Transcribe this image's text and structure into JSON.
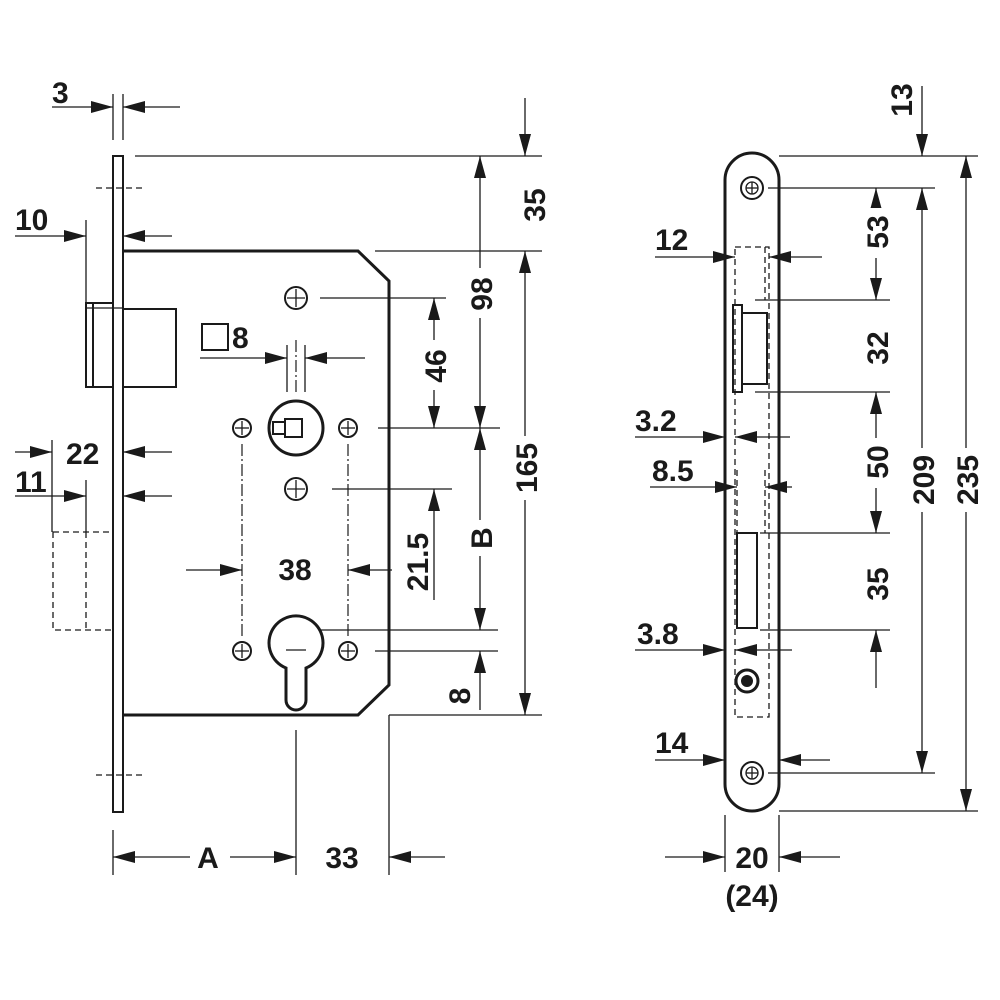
{
  "front_view": {
    "faceplate_thickness": "3",
    "faceplate_offset": "10",
    "latch_projection": "22",
    "bolt_projection": "11",
    "spindle_square": "8",
    "top_to_case": "35",
    "top_to_spindle": "98",
    "spindle_to_hole": "46",
    "case_height": "165",
    "spindle_to_cylinder": "B",
    "cylinder_offset": "21.5",
    "hole_spacing": "38",
    "bottom_offset": "8",
    "backset": "A",
    "case_depth_right": "33"
  },
  "side_view": {
    "top_offset": "13",
    "screw_to_latch": "53",
    "latch_height": "32",
    "latch_to_bolt": "50",
    "bolt_height": "35",
    "screw_spacing": "209",
    "plate_height": "235",
    "latch_width": "12",
    "offset_3_2": "3.2",
    "offset_8_5": "8.5",
    "offset_3_8": "3.8",
    "offset_14": "14",
    "plate_width": "20",
    "plate_width_alt": "(24)"
  }
}
